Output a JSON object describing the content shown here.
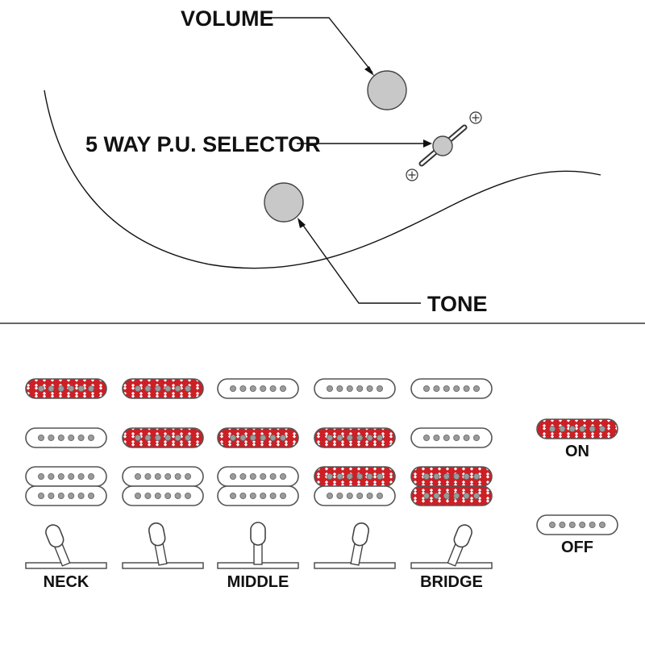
{
  "labels": {
    "volume": "VOLUME",
    "selector": "5 WAY P.U. SELECTOR",
    "tone": "TONE",
    "neck": "NECK",
    "middle": "MIDDLE",
    "bridge": "BRIDGE",
    "on": "ON",
    "off": "OFF"
  },
  "colors": {
    "on_fill": "#cc1f26",
    "off_fill": "#ffffff",
    "knob": "#c8c8c8",
    "line": "#111111"
  },
  "positions": [
    {
      "position": 1,
      "lever": "neck",
      "neck": true,
      "middle": false,
      "bridge_upper": false,
      "bridge_lower": false
    },
    {
      "position": 2,
      "lever": "neck-middle",
      "neck": true,
      "middle": true,
      "bridge_upper": false,
      "bridge_lower": false
    },
    {
      "position": 3,
      "lever": "middle",
      "neck": false,
      "middle": true,
      "bridge_upper": false,
      "bridge_lower": false
    },
    {
      "position": 4,
      "lever": "middle-bridge",
      "neck": false,
      "middle": true,
      "bridge_upper": true,
      "bridge_lower": false
    },
    {
      "position": 5,
      "lever": "bridge",
      "neck": false,
      "middle": false,
      "bridge_upper": true,
      "bridge_lower": true
    }
  ],
  "legend": [
    {
      "state": "on"
    },
    {
      "state": "off"
    }
  ]
}
